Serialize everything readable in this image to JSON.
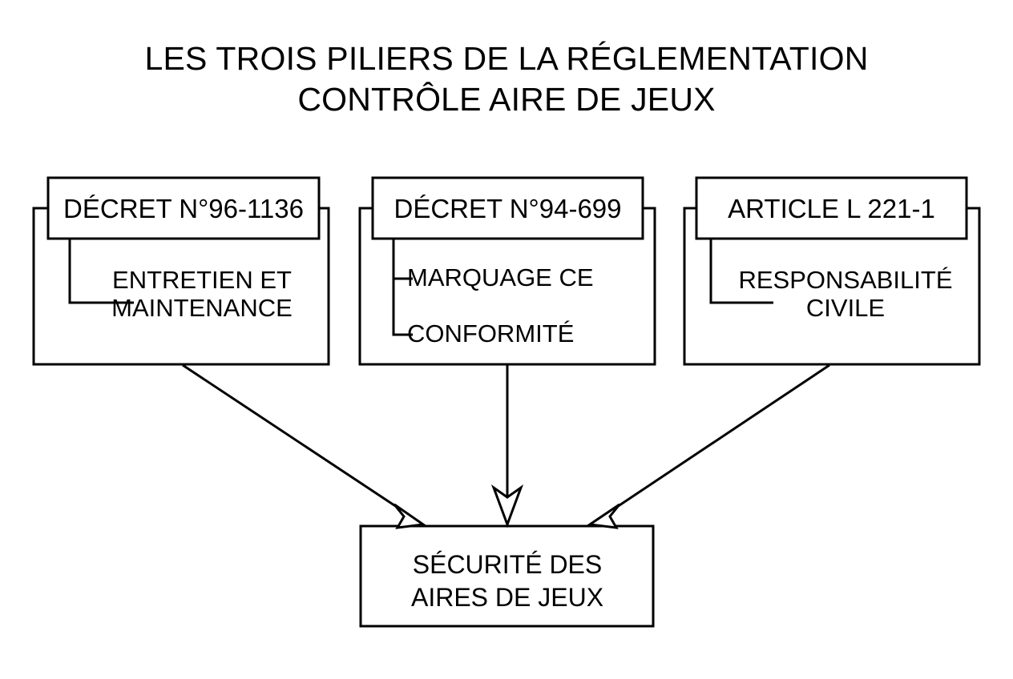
{
  "title": "LES TROIS PILIERS DE LA RÉGLEMENTATION\nCONTRÔLE AIRE DE JEUX",
  "colors": {
    "background": "#ffffff",
    "stroke": "#000000",
    "text": "#000000"
  },
  "pillars": [
    {
      "header": "DÉCRET N°96-1136",
      "items": [
        "ENTRETIEN ET\nMAINTENANCE"
      ]
    },
    {
      "header": "DÉCRET N°94-699",
      "items": [
        "MARQUAGE CE",
        "CONFORMITÉ"
      ]
    },
    {
      "header": "ARTICLE L 221-1",
      "items": [
        "RESPONSABILITÉ\nCIVILE"
      ]
    }
  ],
  "outcome": {
    "label": "SÉCURITÉ DES\nAIRES DE JEUX"
  },
  "arrows": [
    {
      "name": "arrow-pillar-0-to-outcome",
      "from": "DÉCRET N°96-1136",
      "to": "SÉCURITÉ DES AIRES DE JEUX"
    },
    {
      "name": "arrow-pillar-1-to-outcome",
      "from": "DÉCRET N°94-699",
      "to": "SÉCURITÉ DES AIRES DE JEUX"
    },
    {
      "name": "arrow-pillar-2-to-outcome",
      "from": "ARTICLE L 221-1",
      "to": "SÉCURITÉ DES AIRES DE JEUX"
    }
  ]
}
